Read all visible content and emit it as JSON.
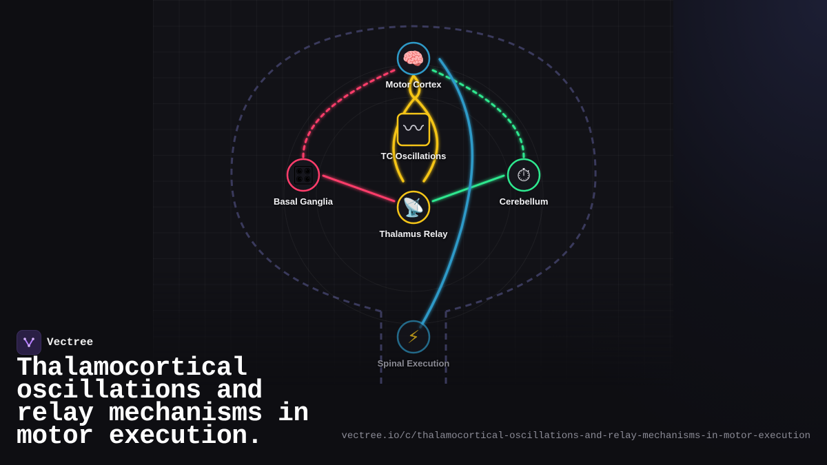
{
  "brand": {
    "name": "Vectree"
  },
  "title": "Thalamocortical oscillations and relay mechanisms in motor execution.",
  "url": "vectree.io/c/thalamocortical-oscillations-and-relay-mechanisms-in-motor-execution",
  "colors": {
    "background": "#0e0e12",
    "red": "#ff3d6b",
    "green": "#2ee88f",
    "yellow": "#f5c518",
    "blue": "#2e9ac8",
    "outline": "#3a3a5c"
  },
  "nodes": [
    {
      "id": "motor_cortex",
      "label": "Motor Cortex",
      "icon": "brain-icon",
      "glyph": "🧠",
      "color": "#2e9ac8"
    },
    {
      "id": "tc_oscillations",
      "label": "TC Oscillations",
      "icon": "wave-icon",
      "glyph": "〰",
      "color": "#f5c518"
    },
    {
      "id": "basal_ganglia",
      "label": "Basal Ganglia",
      "icon": "control-knobs-icon",
      "glyph": "🎛",
      "color": "#ff3d6b"
    },
    {
      "id": "cerebellum",
      "label": "Cerebellum",
      "icon": "stopwatch-icon",
      "glyph": "⏱",
      "color": "#2ee88f"
    },
    {
      "id": "thalamus_relay",
      "label": "Thalamus Relay",
      "icon": "satellite-antenna-icon",
      "glyph": "📡",
      "color": "#f5c518"
    },
    {
      "id": "spinal_execution",
      "label": "Spinal Execution",
      "icon": "lightning-icon",
      "glyph": "⚡",
      "color": "#2e9ac8"
    }
  ]
}
